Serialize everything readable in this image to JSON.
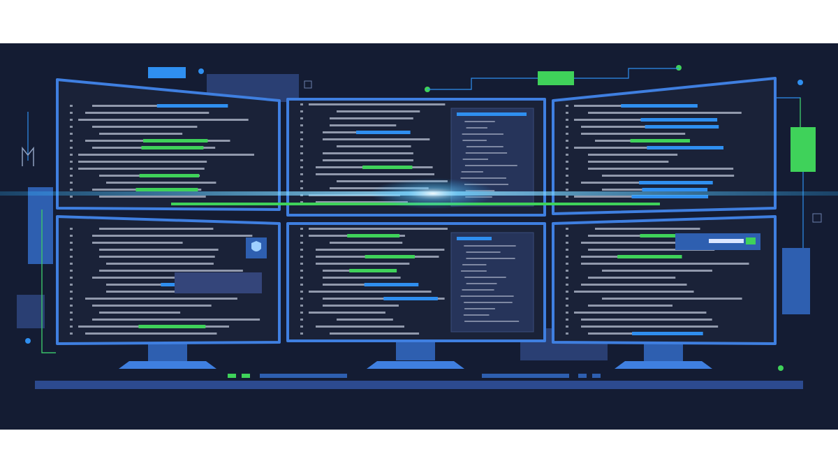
{
  "scene": {
    "description_visible_text": "",
    "colors": {
      "background": "#141c33",
      "panel": "#1a2238",
      "frame": "#3f7fe0",
      "code_text": "#b9c2d3",
      "blue_highlight": "#2f8ff0",
      "green_highlight": "#3fd25a",
      "block_blue": "#2e5fb0",
      "block_dark": "#2a3f73",
      "scan_line": "#2fb4ff"
    },
    "monitors": [
      {
        "position": "top-left",
        "icons": []
      },
      {
        "position": "top-center",
        "icons": [
          "side-panel"
        ]
      },
      {
        "position": "top-right",
        "icons": []
      },
      {
        "position": "bottom-left",
        "icons": [
          "shield-icon"
        ]
      },
      {
        "position": "bottom-center",
        "icons": [
          "side-panel"
        ]
      },
      {
        "position": "bottom-right",
        "icons": [
          "dialog-box"
        ]
      }
    ]
  }
}
